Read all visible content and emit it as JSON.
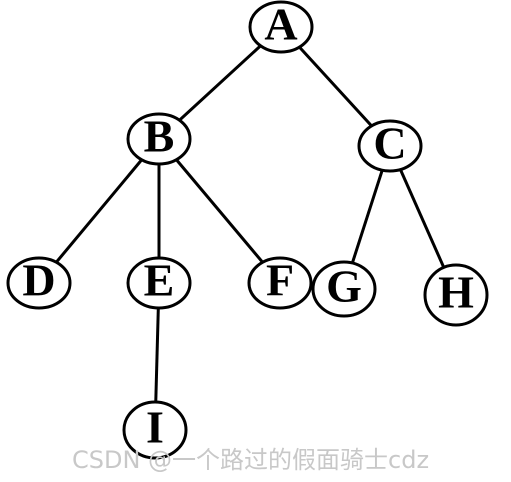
{
  "tree": {
    "nodes": [
      {
        "id": "A",
        "label": "A"
      },
      {
        "id": "B",
        "label": "B"
      },
      {
        "id": "C",
        "label": "C"
      },
      {
        "id": "D",
        "label": "D"
      },
      {
        "id": "E",
        "label": "E"
      },
      {
        "id": "F",
        "label": "F"
      },
      {
        "id": "G",
        "label": "G"
      },
      {
        "id": "H",
        "label": "H"
      },
      {
        "id": "I",
        "label": "I"
      }
    ],
    "edges": [
      [
        "A",
        "B"
      ],
      [
        "A",
        "C"
      ],
      [
        "B",
        "D"
      ],
      [
        "B",
        "E"
      ],
      [
        "B",
        "F"
      ],
      [
        "C",
        "G"
      ],
      [
        "C",
        "H"
      ],
      [
        "E",
        "I"
      ]
    ]
  },
  "watermark": "CSDN @一个路过的假面骑士cdz"
}
